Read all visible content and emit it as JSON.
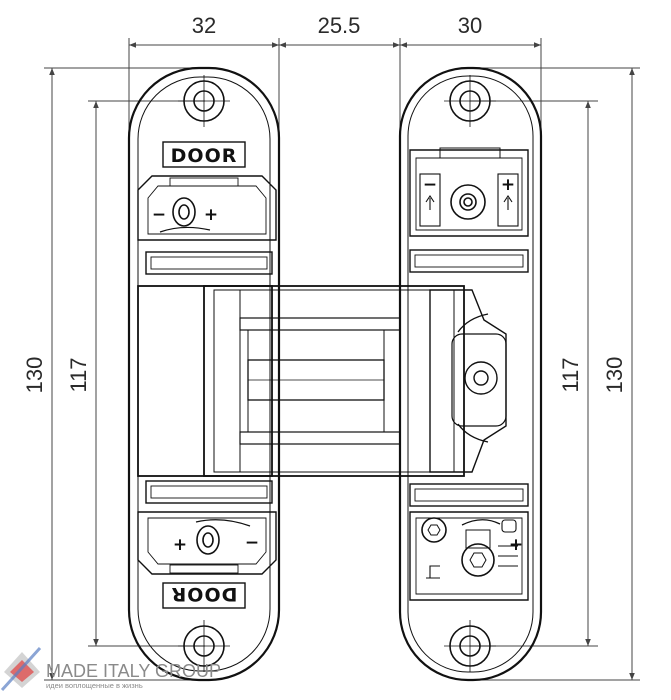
{
  "dimensions": {
    "width_left": "32",
    "gap": "25.5",
    "width_right": "30",
    "height_total_left": "130",
    "height_screws_left": "117",
    "height_screws_right": "117",
    "height_total_right": "130"
  },
  "labels": {
    "door_top": "DOOR",
    "door_bottom": "DOOR",
    "minus": "−",
    "plus": "+"
  },
  "watermark": {
    "brand": "MADE ITALY GROUP",
    "tagline": "идеи воплощенные в жизнь"
  },
  "colors": {
    "line": "#111111",
    "dimension": "#444444",
    "watermark": "#8a8a8a"
  }
}
